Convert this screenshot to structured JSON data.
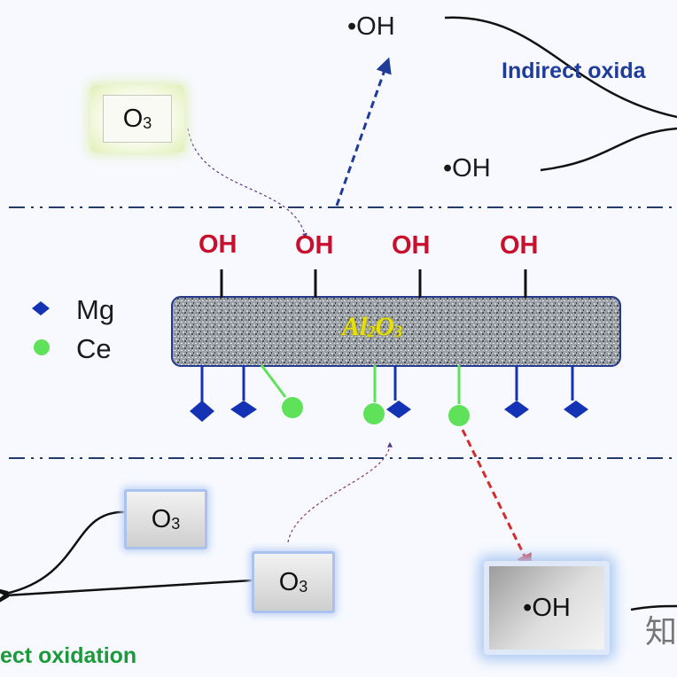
{
  "top": {
    "radical_upper": "•OH",
    "radical_lower": "•OH",
    "indirect_label": "Indirect oxida"
  },
  "ozone": {
    "top_box": {
      "main": "O",
      "sub": "3"
    },
    "mid_box": {
      "main": "O",
      "sub": "3"
    },
    "low_box": {
      "main": "O",
      "sub": "3"
    }
  },
  "catalyst": {
    "support_main": "Al",
    "support_sub1": "2",
    "support_mid": "O",
    "support_sub2": "3",
    "hydroxyls": [
      "OH",
      "OH",
      "OH",
      "OH"
    ]
  },
  "legend": {
    "mg_label": "Mg",
    "ce_label": "Ce",
    "mg_color": "#1432b4",
    "ce_color": "#5fe25a"
  },
  "bottom": {
    "radical": "•OH",
    "direct_label": "ect oxidation",
    "watermark_glyph": "知"
  },
  "colors": {
    "blue_arrow": "#1f3c99",
    "red_arrow": "#d42a2a",
    "oh_red": "#c8102e"
  }
}
